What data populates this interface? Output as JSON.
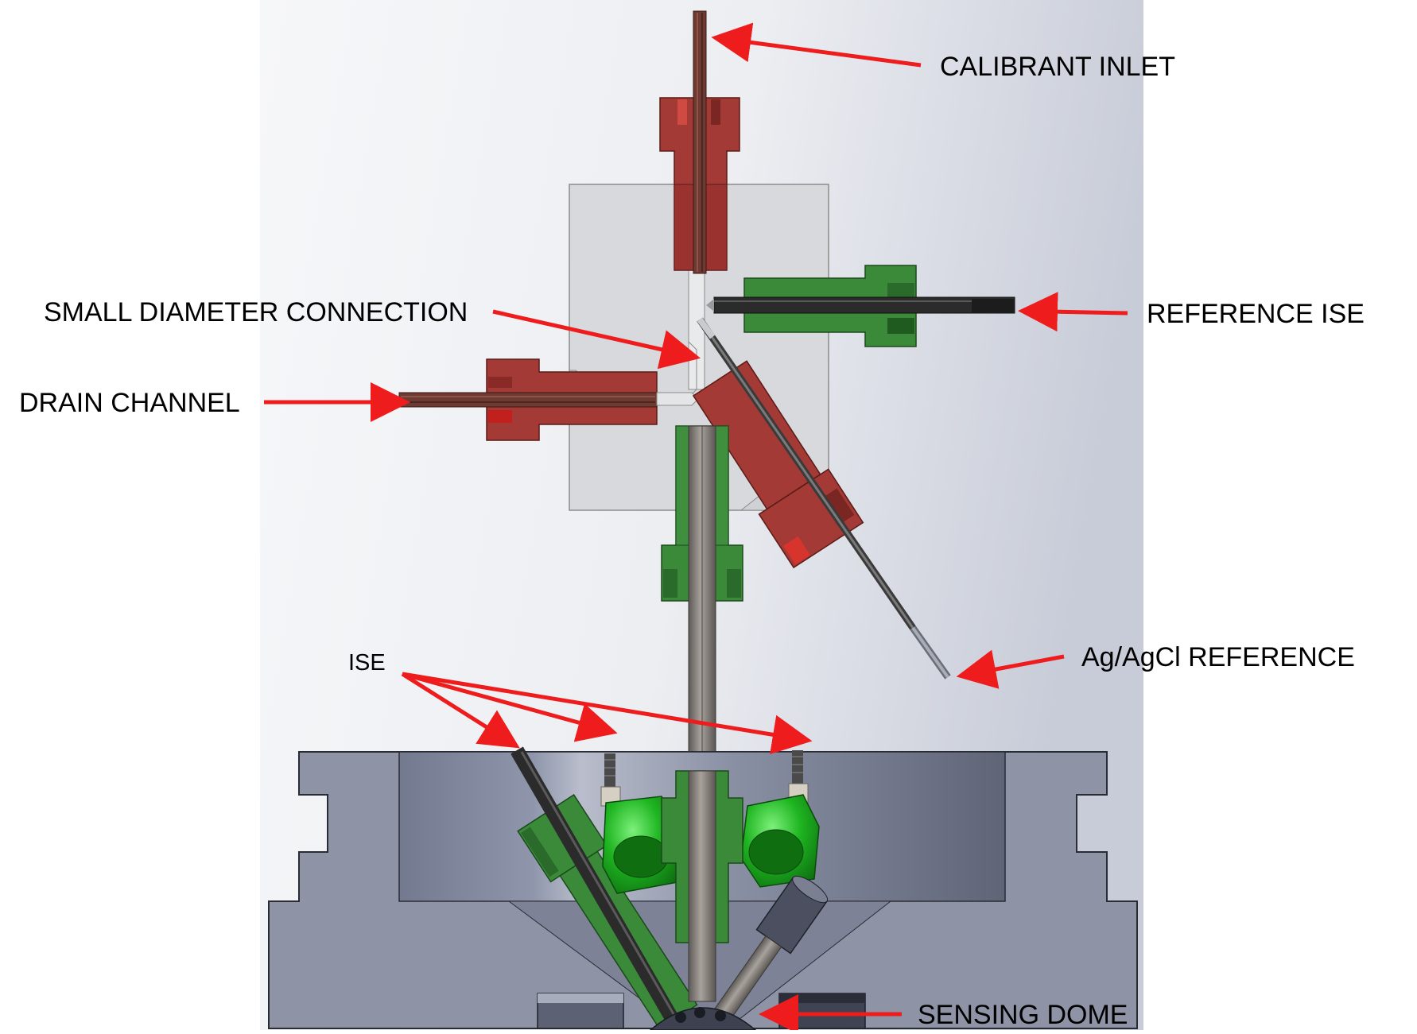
{
  "labels": {
    "calibrant_inlet": "CALIBRANT INLET",
    "small_diameter_connection": "SMALL DIAMETER CONNECTION",
    "drain_channel": "DRAIN CHANNEL",
    "reference_ise": "REFERENCE ISE",
    "ag_agcl_reference": "Ag/AgCl REFERENCE",
    "ise": "ISE",
    "sensing_dome": "SENSING DOME"
  },
  "colors": {
    "background_light": "#f2f3f6",
    "background_dark": "#c9cbd6",
    "block": "#d9dadd",
    "housing": "#8e93a6",
    "housing_dark": "#6f7487",
    "red_fitting": "#a33a36",
    "red_fitting_dark": "#7a2622",
    "green_fitting": "#3b8a3a",
    "green_fitting_dark": "#2a6a2a",
    "bright_green": "#22a823",
    "tube_brown": "#6e3b33",
    "tube_dark": "#2b2b2b",
    "tube_grey": "#7d7a76",
    "arrow": "#ee1c1c"
  }
}
